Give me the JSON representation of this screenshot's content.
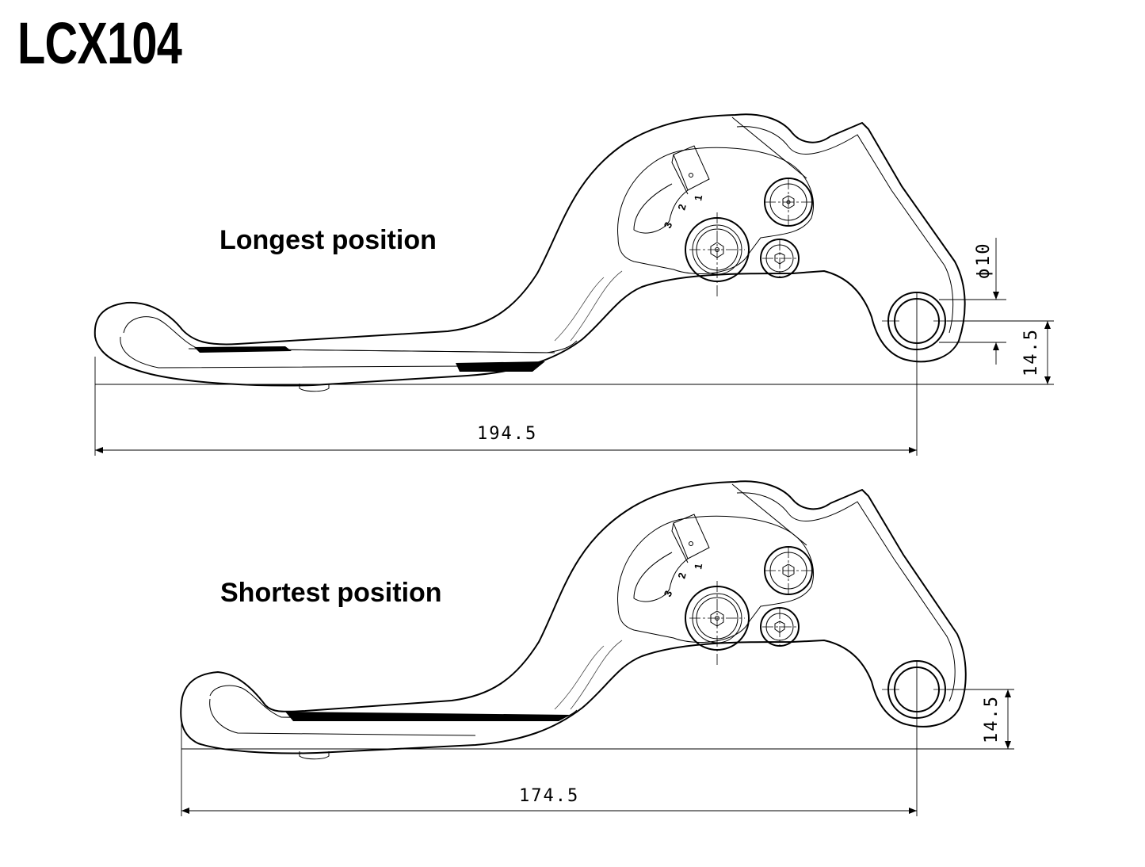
{
  "title": "LCX104",
  "views": [
    {
      "label": "Longest position",
      "dimensions": {
        "length": "194.5",
        "pivot_offset": "14.5",
        "bore": "10"
      },
      "settings": [
        "3",
        "2",
        "1"
      ]
    },
    {
      "label": "Shortest position",
      "dimensions": {
        "length": "174.5",
        "pivot_offset": "14.5"
      },
      "settings": [
        "3",
        "2",
        "1"
      ]
    }
  ]
}
